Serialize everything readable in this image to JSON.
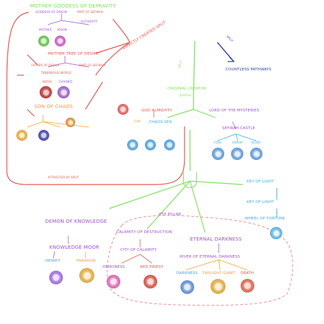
{
  "nodes": {
    "mother_goddess": "MOTHER GODDESS OF DEPRAVITY",
    "goddess_of_origin": "GODDESS OF ORIGIN",
    "part_of_sefirah": "PART OF SEFIRAH",
    "mother": "MOTHER",
    "moon": "MOON",
    "authority": "AUTHORITY",
    "directly_created_split": "DIRECTLY CREATED SPLIT",
    "split_top": "SPLIT",
    "countless_pathways": "COUNTLESS PATHWAYS",
    "mother_tree": "MOTHER TREE OF DESIRE",
    "father_of_devils": "FATHER OF DEVILS",
    "part_of_sefirah_2": "PART OF SEFIRAH",
    "tenebrous_world": "TENEBROUS WORLD",
    "abyss": "ABYSS",
    "chained": "CHAINED",
    "split_mid": "SPLIT",
    "original_creator": "ORIGINAL CREATOR",
    "earth": "(EARTH)",
    "son_of_chaos": "SON OF CHAOS",
    "god_almighty": "GOD ALMIGHTY",
    "lord_of_mysteries": "LORD OF THE MYSTERIES",
    "sun": "SUN",
    "chaos_sea": "CHAOS SEA",
    "sefirah_castle": "SEFIRAH CASTLE",
    "fool": "FOOL",
    "error": "ERROR",
    "door": "DOOR",
    "attracted_by_split": "ATTRACTED BY SPLIT",
    "key_of_light_1": "KEY OF LIGHT",
    "key_of_light_2": "KEY OF LIGHT",
    "wheel_of_fortune": "WHEEL OF FORTUNE",
    "demon_of_knowledge": "DEMON OF KNOWLEDGE",
    "fourth_pillar": "4TH PILLAR",
    "knowledge_moor": "KNOWLEDGE MOOR",
    "calamity_of_destruction": "CALAMITY OF DESTRUCTION",
    "eternal_darkness": "ETERNAL DARKNESS",
    "city_of_calamity": "CITY OF CALAMITY",
    "river_of_eternal_darkness": "RIVER OF ETERNAL DARKNESS",
    "hermit": "HERMIT",
    "paragon": "PARAGON",
    "demoness": "DEMONESS",
    "red_priest": "RED PRIEST",
    "darkness": "DARKNESS",
    "twilight_giant": "TWILIGHT GIANT",
    "death": "DEATH"
  },
  "colors": {
    "red_branch": "#e8524f",
    "green_branch": "#7ee05a",
    "blue_branch": "#3aa9e8",
    "pink_dashed": "#f08a8a",
    "navy_split": "#2b3ea8",
    "purple": "#9b52c8",
    "orange": "#f0a030",
    "teal": "#3bb8a0"
  }
}
